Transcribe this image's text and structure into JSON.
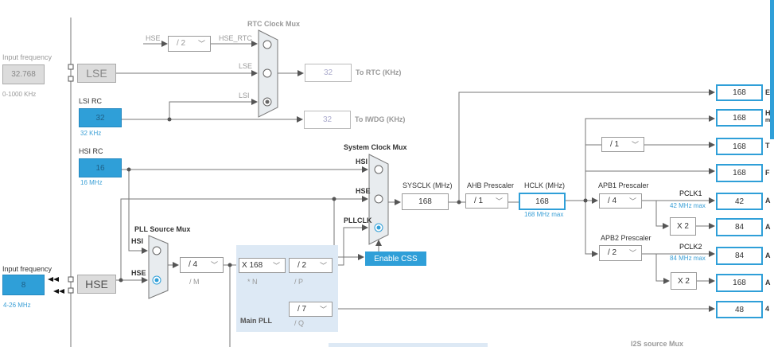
{
  "lse_input": {
    "label": "Input frequency",
    "value": "32.768",
    "range": "0-1000 KHz",
    "name": "LSE"
  },
  "hse_input": {
    "label": "Input frequency",
    "value": "8",
    "range": "4-26 MHz",
    "name": "HSE"
  },
  "lsi": {
    "title": "LSI RC",
    "value": "32",
    "unit": "32 KHz"
  },
  "hsi": {
    "title": "HSI RC",
    "value": "16",
    "unit": "16 MHz"
  },
  "rtc_mux": {
    "title": "RTC Clock Mux",
    "hse_label": "HSE",
    "div": "/ 2",
    "hse_rtc": "HSE_RTC",
    "lse": "LSE",
    "lsi": "LSI",
    "selected": "LSI"
  },
  "to_rtc": {
    "value": "32",
    "label": "To RTC (KHz)"
  },
  "to_iwdg": {
    "value": "32",
    "label": "To IWDG (KHz)"
  },
  "sys_mux": {
    "title": "System Clock Mux",
    "hsi": "HSI",
    "hse": "HSE",
    "pllclk": "PLLCLK",
    "selected": "PLLCLK"
  },
  "pll_mux": {
    "title": "PLL Source Mux",
    "hsi": "HSI",
    "hse": "HSE",
    "selected": "HSE"
  },
  "pll": {
    "m": "/ 4",
    "m_label": "/ M",
    "n": "X 168",
    "n_label": "* N",
    "p": "/ 2",
    "p_label": "/ P",
    "q": "/ 7",
    "q_label": "/ Q",
    "title": "Main PLL"
  },
  "enable_css": "Enable CSS",
  "sysclk": {
    "label": "SYSCLK (MHz)",
    "value": "168"
  },
  "ahb": {
    "label": "AHB Prescaler",
    "value": "/ 1"
  },
  "hclk": {
    "label": "HCLK (MHz)",
    "value": "168",
    "max": "168 MHz max"
  },
  "apb1": {
    "label": "APB1 Prescaler",
    "value": "/ 4",
    "pclk": "PCLK1",
    "max": "42 MHz max",
    "x2": "X 2"
  },
  "apb2": {
    "label": "APB2 Prescaler",
    "value": "/ 2",
    "pclk": "PCLK2",
    "max": "84 MHz max",
    "x2": "X 2"
  },
  "systick_div": "/ 1",
  "outputs": [
    {
      "value": "168",
      "label": "E"
    },
    {
      "value": "168",
      "label": "H",
      "sub": "m"
    },
    {
      "value": "168",
      "label": "T"
    },
    {
      "value": "168",
      "label": "F"
    },
    {
      "value": "42",
      "label": "A"
    },
    {
      "value": "84",
      "label": "A"
    },
    {
      "value": "84",
      "label": "A"
    },
    {
      "value": "168",
      "label": "A"
    },
    {
      "value": "48",
      "label": "4"
    }
  ],
  "i2s_mux": {
    "title": "I2S source Mux"
  },
  "chevron": "﹀"
}
